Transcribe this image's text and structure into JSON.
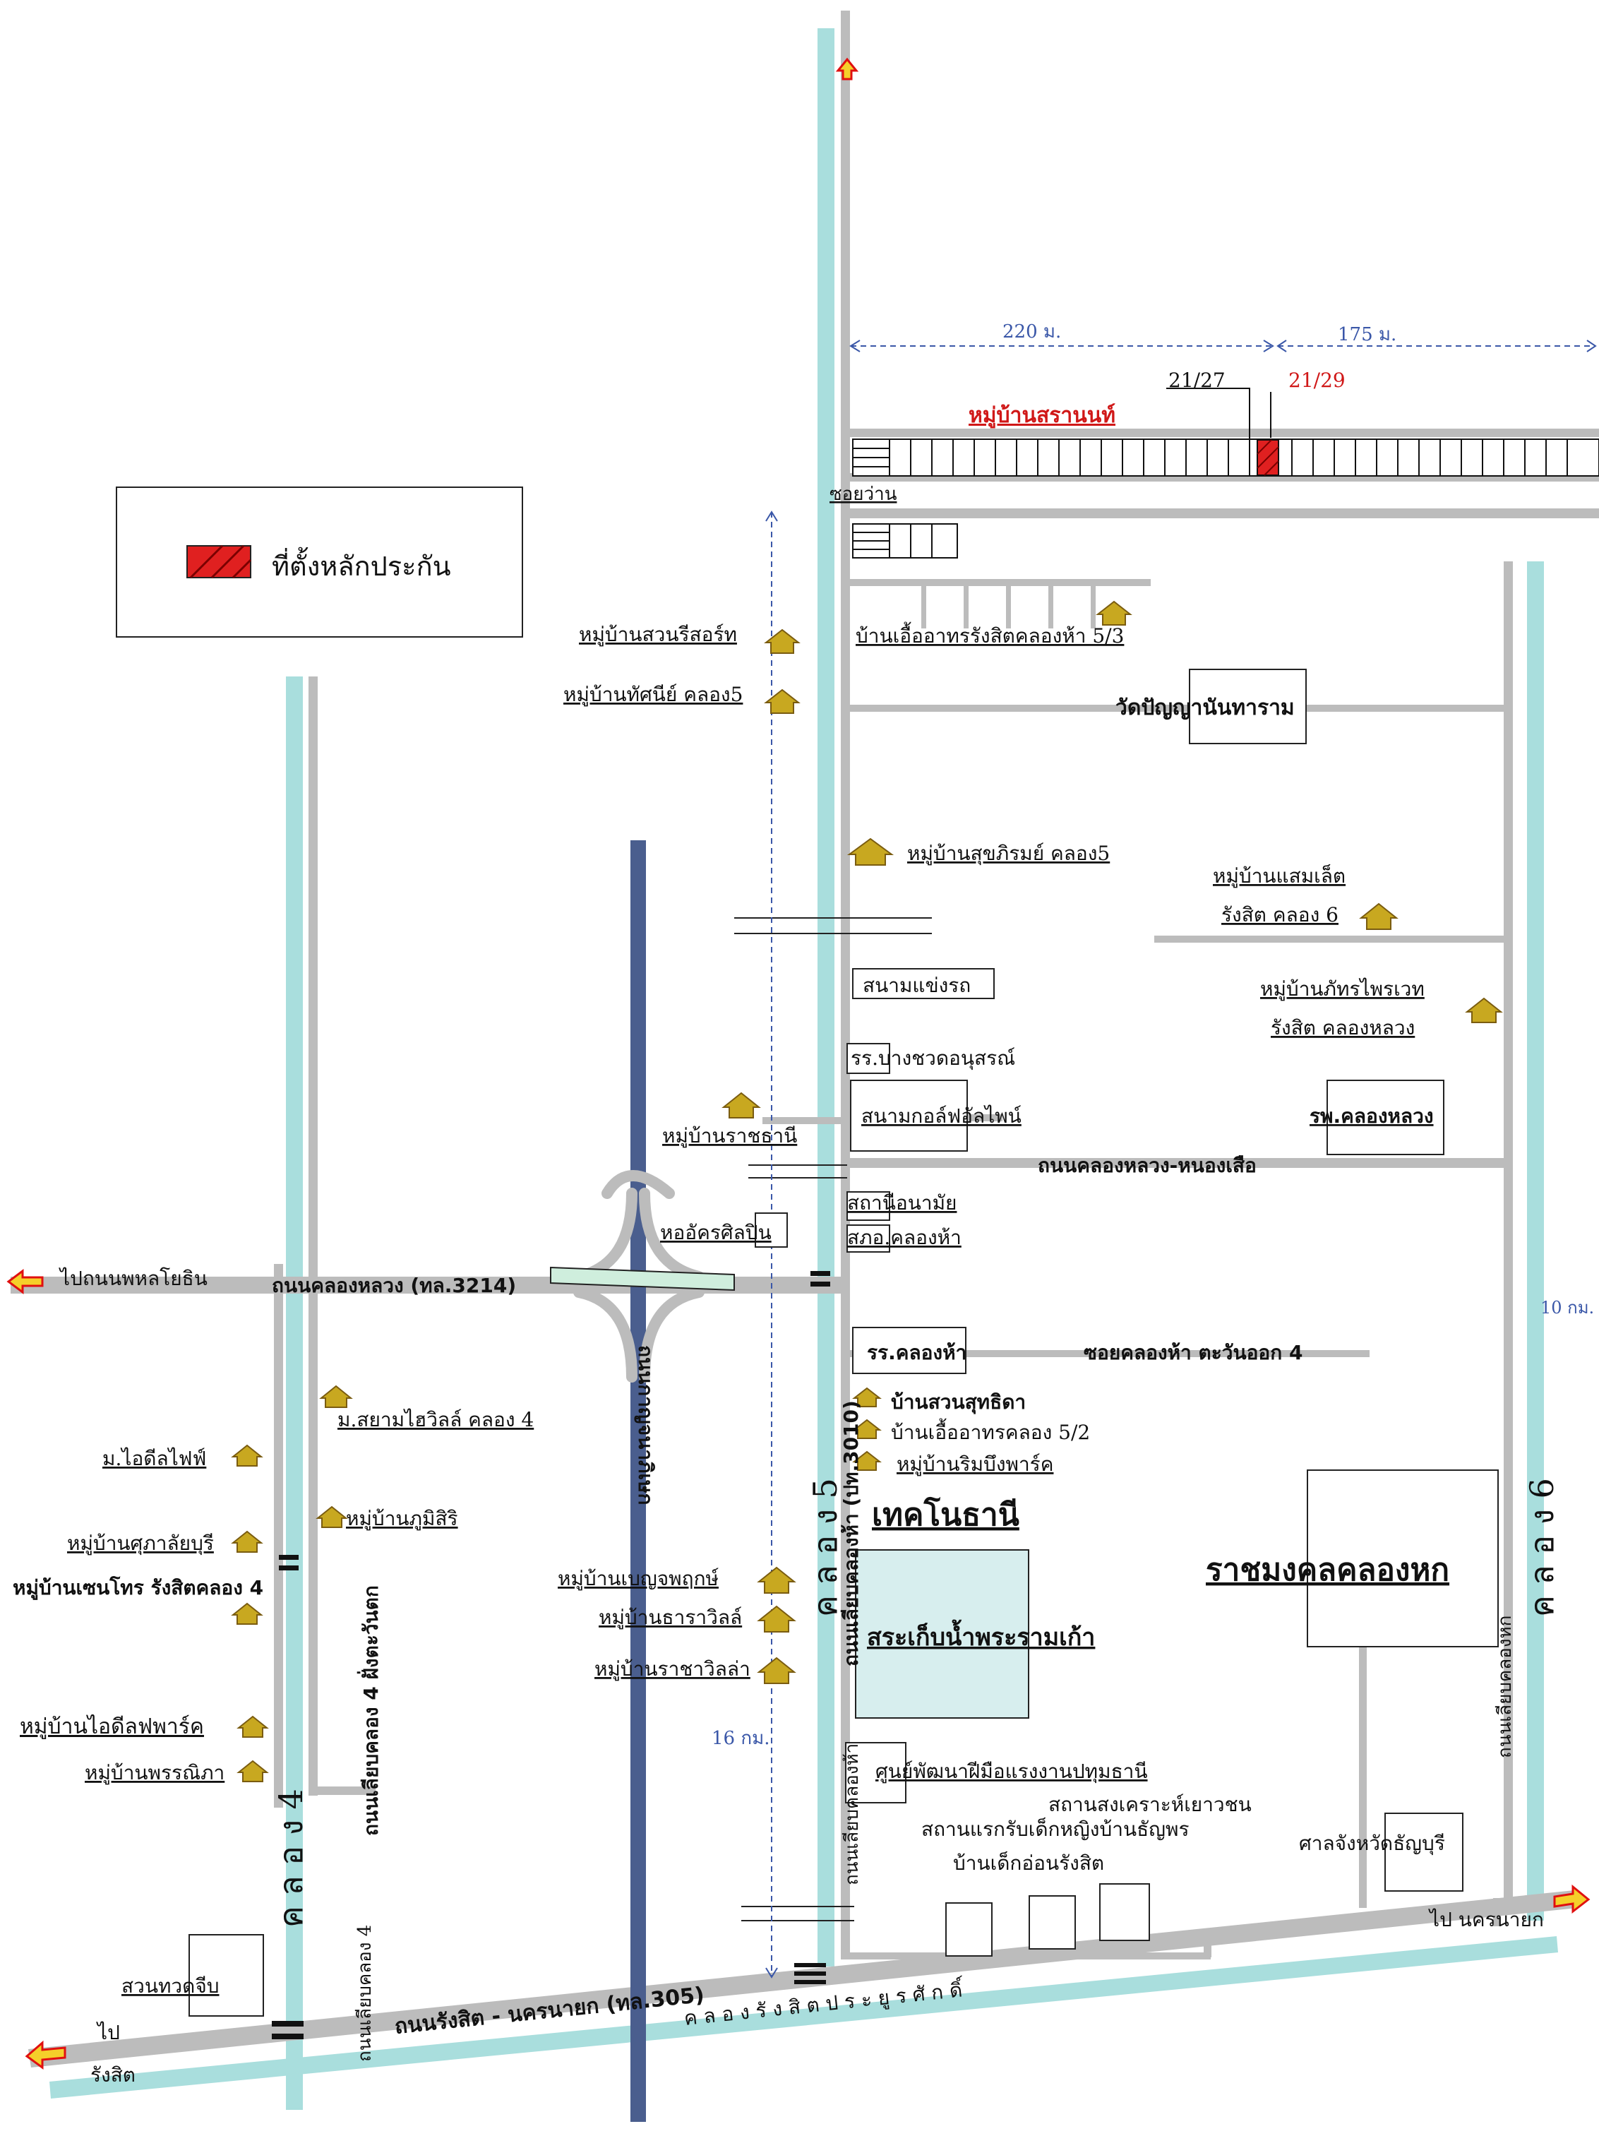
{
  "legend": {
    "label": "ที่ตั้งหลักประกัน",
    "swatch_color": "#e02020"
  },
  "colors": {
    "canal": "#a9dedd",
    "road": "#bcbcbc",
    "expressway": "#4a5e8e",
    "marker": "#e02020",
    "reservoir": "#d7eeee",
    "house_icon": "#c8a820"
  },
  "distances": {
    "d220": "220 ม.",
    "d175": "175 ม.",
    "d16": "16 กม.",
    "d10": "10 กม."
  },
  "plots": {
    "p2127": "21/27",
    "p2129": "21/29"
  },
  "roads": {
    "khlong_luang_3214": "ถนนคลองหลวง (ทล.3214)",
    "to_phahon": "ไปถนนพหลโยธิน",
    "rangsit_nakhonnayok": "ถนนรังสิต - นครนายก (ทล.305)",
    "to_rangsit_1": "ไป",
    "to_rangsit_2": "รังสิต",
    "to_nakhonnayok": "ไป นครนายก",
    "khlong_luang_nongsuea": "ถนนคลองหลวง-หนองเสือ",
    "soi_khlong5_east4": "ซอยคลองห้า ตะวันออก 4",
    "kanchanaphisek": "ถนนกาญจนาภิเษก",
    "khlong5_road_3010": "ถนนเลียบคลองห้า (ปท.3010)",
    "khlong5_road_lower": "ถนนเลียบคลองห้า",
    "khlong4_west_road": "ถนนเลียบคลอง 4 ฝั่งตะวันตก",
    "khlong4_road_lower": "ถนนเลียบคลอง 4",
    "khlong6_road": "ถนนเลียบคลองหก",
    "soi_wan": "ซอยว่าน"
  },
  "canals": {
    "khlong4": "ค ล อ ง 4",
    "khlong5": "ค ล อ ง 5",
    "khlong6": "ค ล อ ง 6",
    "rangsit_prayurasak": "ค ล อ ง รั ง สิ ต ป ร ะ ยู ร ศั ก ดิ์"
  },
  "places": {
    "sarannt": "หมู่บ้านสรานนท์",
    "suan_resort": "หมู่บ้านสวนรีสอร์ท",
    "tasanee": "หมู่บ้านทัศนีย์ คลอง5",
    "ua_arthorn_53": "บ้านเอื้ออาทรรังสิตคลองห้า 5/3",
    "wat_panya": "วัดปัญญานันทาราม",
    "sukprom": "หมู่บ้านสุขภิรมย์ คลอง5",
    "samlet": "หมู่บ้านแสมเล็ต",
    "samlet_2": "รังสิต คลอง 6",
    "stadium": "สนามแข่งรถ",
    "phattrai_1": "หมู่บ้านภัทรไพรเวท",
    "phattrai_2": "รังสิต คลองหลวง",
    "school_bangchatthanu": "รร.บางชวดอนุสรณ์",
    "golf": "สนามกอล์ฟอัลไพน์",
    "ratchathani": "หมู่บ้านราชธานี",
    "hospital": "รพ.คลองหลวง",
    "health_station": "สถานีอนามัย",
    "sao_khlong5": "สภอ.คลองห้า",
    "art_hall": "หออัครศิลปิน",
    "school_khlong5": "รร.คลองห้า",
    "siam_villa": "ม.สยามไฮวิลล์ คลอง 4",
    "suan_suthida": "บ้านสวนสุทธิดา",
    "ua_arthorn_52": "บ้านเอื้ออาทรคลอง 5/2",
    "rimbung": "หมู่บ้านริมบึงพาร์ค",
    "ideal_life": "ม.ไอดีลไฟฟ์",
    "phumisiri": "หมู่บ้านภูมิสิริ",
    "technopolis": "เทคโนธานี",
    "suphalai": "หมู่บ้านศุภาลัยบุรี",
    "raj_khlong6": "ราชมงคลคลองหก",
    "centro": "หมู่บ้านเซนโทร รังสิตคลอง 4",
    "benchaphruek": "หมู่บ้านเบญจพฤกษ์",
    "tharavilla": "หมู่บ้านธาราวิลล์",
    "reservoir": "สระเก็บน้ำพระรามเก้า",
    "rajavilla": "หมู่บ้านราชาวิลล่า",
    "ideal_park": "หมู่บ้านไอดีลฟพาร์ค",
    "phanniphat": "หมู่บ้านพรรณิภา",
    "skill_center": "ศูนย์พัฒนาฝีมือแรงงานปทุมธานี",
    "youth_home": "สถานสงเคราะห์เยาวชน",
    "girls_home": "สถานแรกรับเด็กหญิงบ้านธัญพร",
    "children_home": "บ้านเด็กอ่อนรังสิต",
    "court": "ศาลจังหวัดธัญบุรี",
    "zoo": "สวนทวดจีบ"
  }
}
